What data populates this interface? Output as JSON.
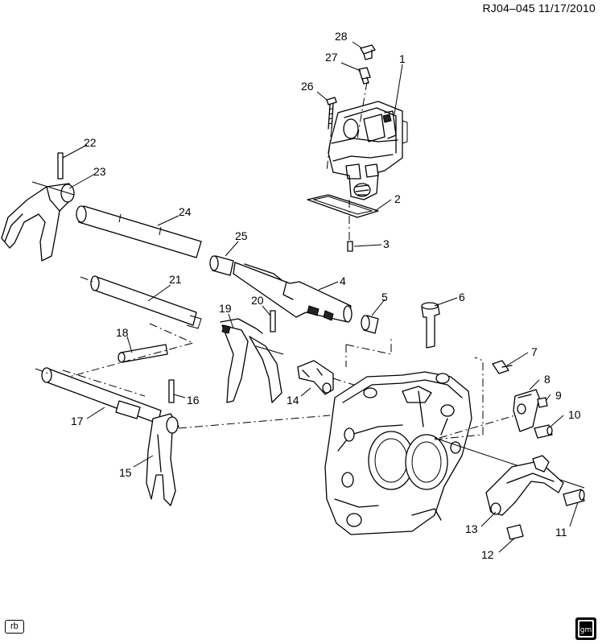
{
  "header": {
    "ref_code": "RJ04–045  11/17/2010"
  },
  "footer": {
    "corner_tag": "rb",
    "logo_text": "gm"
  },
  "callouts": {
    "c1": "1",
    "c2": "2",
    "c3": "3",
    "c4": "4",
    "c5": "5",
    "c6": "6",
    "c7": "7",
    "c8": "8",
    "c9": "9",
    "c10": "10",
    "c11": "11",
    "c12": "12",
    "c13": "13",
    "c14": "14",
    "c15": "15",
    "c16": "16",
    "c17": "17",
    "c18": "18",
    "c19": "19",
    "c20": "20",
    "c21": "21",
    "c22": "22",
    "c23": "23",
    "c24": "24",
    "c25": "25",
    "c26": "26",
    "c27": "27",
    "c28": "28"
  }
}
